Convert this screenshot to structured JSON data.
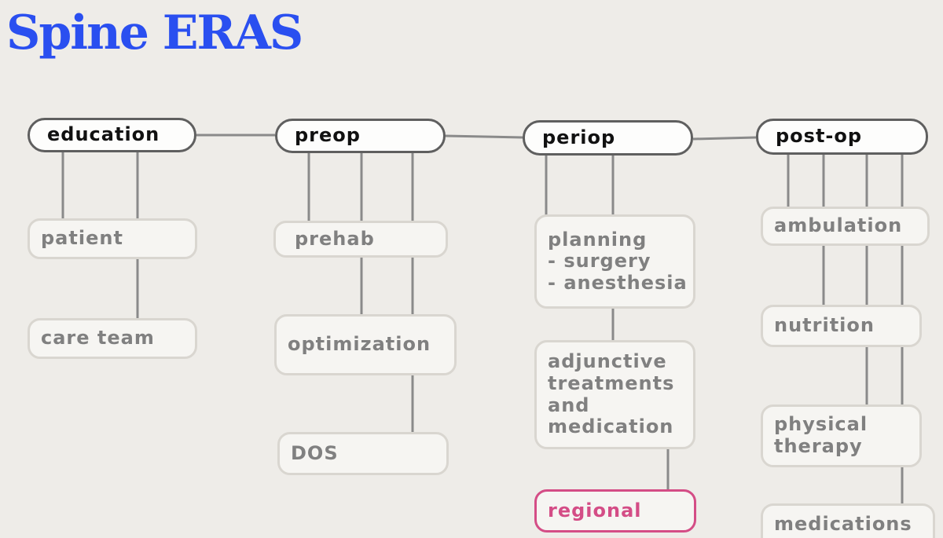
{
  "title": "Spine ERAS",
  "colors": {
    "title": "#2a4ff0",
    "highlight": "#d44d86"
  },
  "stages": [
    {
      "label": "education",
      "items": [
        {
          "lines": [
            "patient"
          ]
        },
        {
          "lines": [
            "care team"
          ]
        }
      ]
    },
    {
      "label": "preop",
      "items": [
        {
          "lines": [
            "prehab"
          ]
        },
        {
          "lines": [
            "optimization"
          ]
        },
        {
          "lines": [
            "DOS"
          ]
        }
      ]
    },
    {
      "label": "periop",
      "items": [
        {
          "lines": [
            "planning",
            "- surgery",
            "- anesthesia"
          ]
        },
        {
          "lines": [
            "adjunctive",
            "treatments",
            "and",
            "medication"
          ]
        },
        {
          "lines": [
            "regional"
          ],
          "highlight": true
        }
      ]
    },
    {
      "label": "post-op",
      "items": [
        {
          "lines": [
            "ambulation"
          ]
        },
        {
          "lines": [
            "nutrition"
          ]
        },
        {
          "lines": [
            "physical",
            "therapy"
          ]
        },
        {
          "lines": [
            "medications"
          ]
        }
      ]
    }
  ]
}
